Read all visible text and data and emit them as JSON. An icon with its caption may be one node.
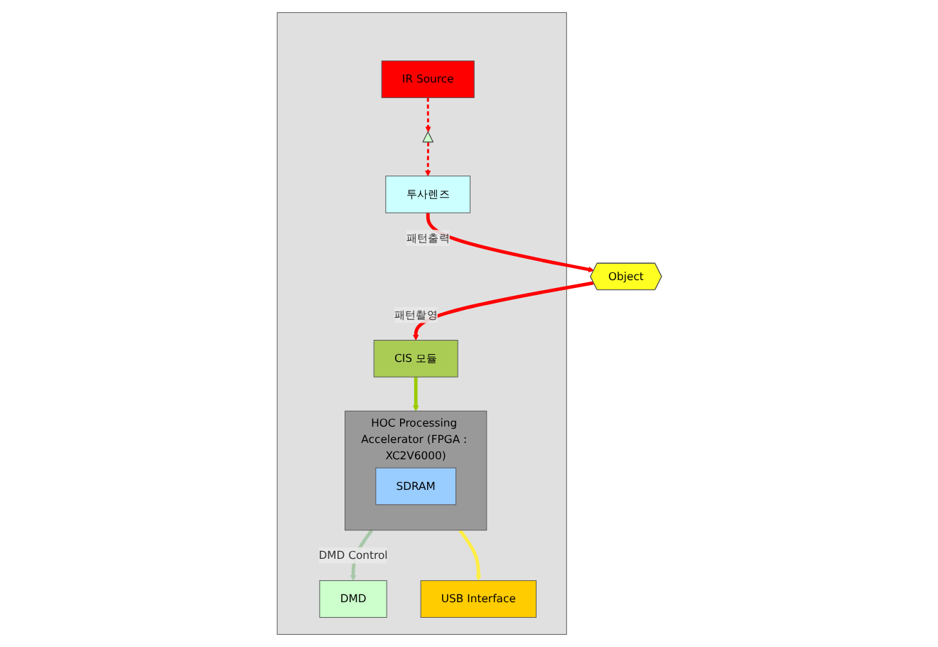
{
  "diagram": {
    "nodes": [
      {
        "text": [],
        "shape": "box"
      },
      {
        "text": [
          "투사렌즈"
        ],
        "in": 0
      },
      {
        "text": [],
        "shape": "triangle",
        "in": 0
      },
      {
        "text": [
          "DMD"
        ],
        "in": 0
      },
      {
        "text": [
          "IR Source"
        ],
        "in": 0
      },
      {
        "text": [
          "HOC Processing Accelerator (FPGA : XC2V6000)"
        ],
        "in": 0
      },
      {
        "text": [
          "SDRAM"
        ],
        "in": 5
      },
      {
        "text": [
          "USB Interface"
        ],
        "in": 0
      },
      {
        "text": [
          "CIS 모듈"
        ],
        "in": 0
      },
      {
        "text": [
          "Object"
        ]
      }
    ],
    "edges": [
      {
        "from": 1,
        "to": 9,
        "label": "패턴출력",
        "arrow": "to",
        "color": "#ff0000"
      },
      {
        "from": 9,
        "to": 8,
        "label": "패턴촬영",
        "arrow": "to",
        "color": "#ff0000"
      },
      {
        "from": 4,
        "to": 2,
        "arrow": "to",
        "style": "dashed",
        "color": "#ff0000"
      },
      {
        "from": 2,
        "to": 1,
        "arrow": "to",
        "style": "dashed",
        "color": "#ff0000"
      },
      {
        "from": 5,
        "to": 3,
        "label": "DMD Control",
        "arrow": "to",
        "color": "#a8c8a8"
      },
      {
        "from": 8,
        "to": 5,
        "arrow": "to",
        "color": "#99cc00"
      },
      {
        "from": 5,
        "to": 7,
        "arrow": "to",
        "color": "#ffee44"
      }
    ]
  }
}
